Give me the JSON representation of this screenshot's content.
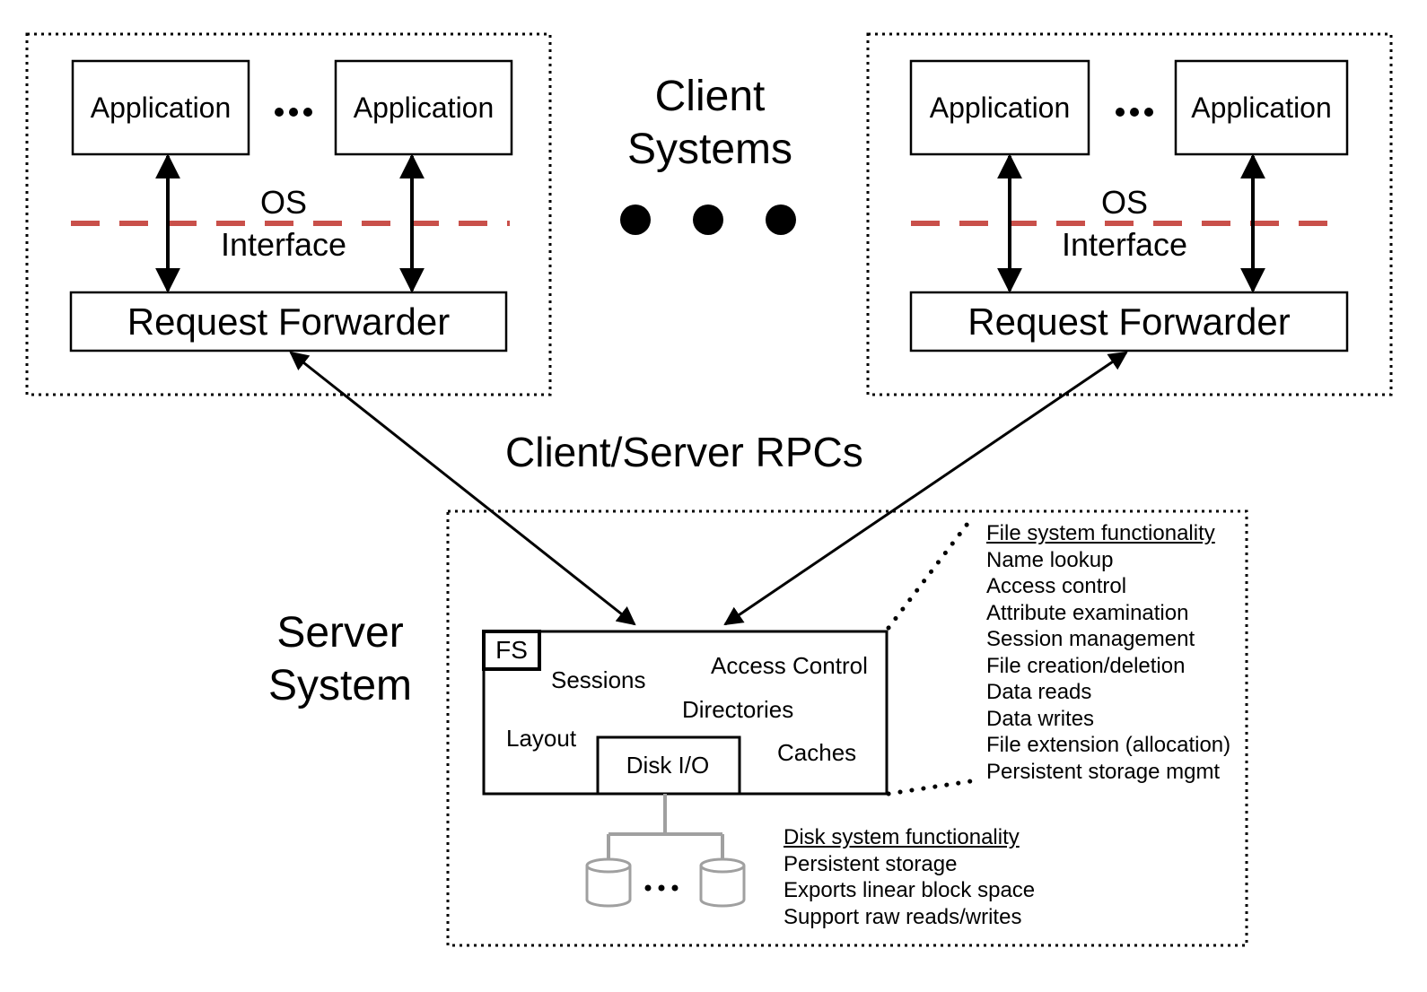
{
  "client_label": [
    "Client",
    "Systems"
  ],
  "client_left": {
    "app1": "Application",
    "app2": "Application",
    "os_label": [
      "OS",
      "Interface"
    ],
    "forwarder": "Request Forwarder"
  },
  "client_right": {
    "app1": "Application",
    "app2": "Application",
    "os_label": [
      "OS",
      "Interface"
    ],
    "forwarder": "Request Forwarder"
  },
  "rpc_label": "Client/Server RPCs",
  "server_label": [
    "Server",
    "System"
  ],
  "fs_box": {
    "tag": "FS",
    "sessions": "Sessions",
    "access_control": "Access Control",
    "directories": "Directories",
    "layout": "Layout",
    "caches": "Caches",
    "disk_io": "Disk I/O"
  },
  "fs_functionality": {
    "title": "File system functionality",
    "items": [
      "Name lookup",
      "Access control",
      "Attribute examination",
      "Session management",
      "File creation/deletion",
      "Data reads",
      "Data writes",
      "File extension (allocation)",
      "Persistent storage mgmt"
    ]
  },
  "disk_functionality": {
    "title": "Disk system functionality",
    "items": [
      "Persistent storage",
      "Exports linear block space",
      "Support raw reads/writes"
    ]
  },
  "colors": {
    "os_boundary": "#c9504a",
    "disk_stroke": "#a0a0a0",
    "line": "#000000"
  }
}
